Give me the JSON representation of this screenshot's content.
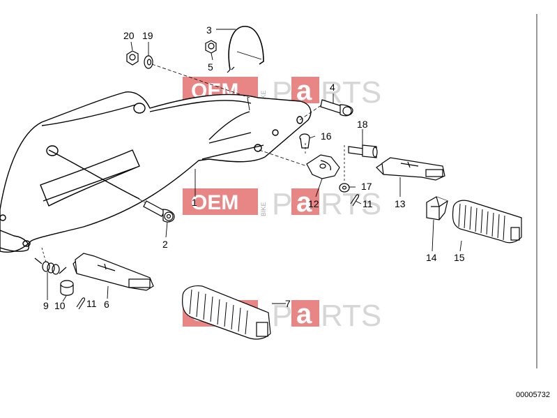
{
  "watermark": {
    "oem": "OEM",
    "bike": "BIKE",
    "p": "P",
    "a": "a",
    "rts": "RTS",
    "color": "#e88585"
  },
  "labels": {
    "p1": "1",
    "p2": "2",
    "p3": "3",
    "p4": "4",
    "p5": "5",
    "p6": "6",
    "p7": "7",
    "p9": "9",
    "p10": "10",
    "p11a": "11",
    "p11b": "11",
    "p12": "12",
    "p13": "13",
    "p14": "14",
    "p15": "15",
    "p16": "16",
    "p17": "17",
    "p18": "18",
    "p19": "19",
    "p20": "20"
  },
  "catalog_number": "00005732"
}
